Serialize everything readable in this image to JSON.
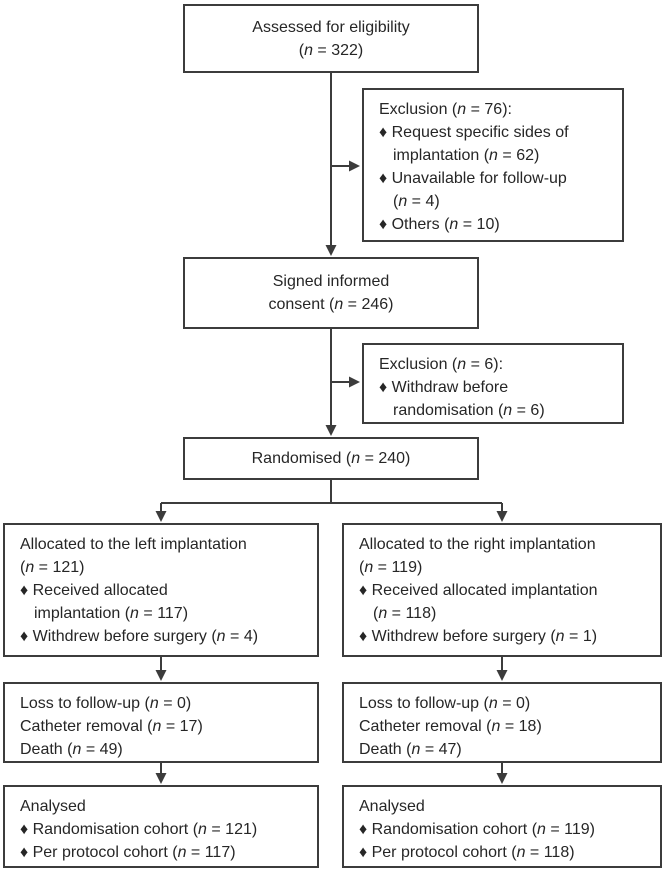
{
  "figure_type": "consort-flow-diagram",
  "bullet_char": "♦",
  "colors": {
    "border": "#3c3c3c",
    "text": "#262626",
    "background": "#ffffff"
  },
  "boxes": {
    "assessed": [
      "Assessed for eligibility",
      "(n = 322)"
    ],
    "exclusion_top": [
      "Exclusion (n = 76):",
      "♦ Request specific sides of",
      "implantation (n = 62)",
      "♦ Unavailable for follow-up",
      "(n = 4)",
      "♦ Others (n = 10)"
    ],
    "consent": [
      "Signed informed",
      "consent (n = 246)"
    ],
    "exclusion_mid": [
      "Exclusion (n = 6):",
      "♦ Withdraw before",
      "randomisation (n = 6)"
    ],
    "randomised": [
      "Randomised (n = 240)"
    ],
    "allocated_left": [
      "Allocated to the left implantation",
      "(n = 121)",
      "♦ Received allocated",
      "implantation (n = 117)",
      "♦ Withdrew before surgery (n = 4)"
    ],
    "allocated_right": [
      "Allocated to the right implantation",
      "(n = 119)",
      "♦ Received allocated implantation",
      "(n = 118)",
      "♦ Withdrew before surgery (n = 1)"
    ],
    "followup_left": [
      "Loss to follow-up (n = 0)",
      "Catheter removal (n = 17)",
      "Death (n = 49)"
    ],
    "followup_right": [
      "Loss to follow-up (n = 0)",
      "Catheter removal (n = 18)",
      "Death (n = 47)"
    ],
    "analysed_left": [
      "Analysed",
      "♦ Randomisation cohort (n = 121)",
      "♦ Per protocol cohort (n = 117)"
    ],
    "analysed_right": [
      "Analysed",
      "♦ Randomisation cohort (n = 119)",
      "♦ Per protocol cohort (n = 118)"
    ]
  }
}
